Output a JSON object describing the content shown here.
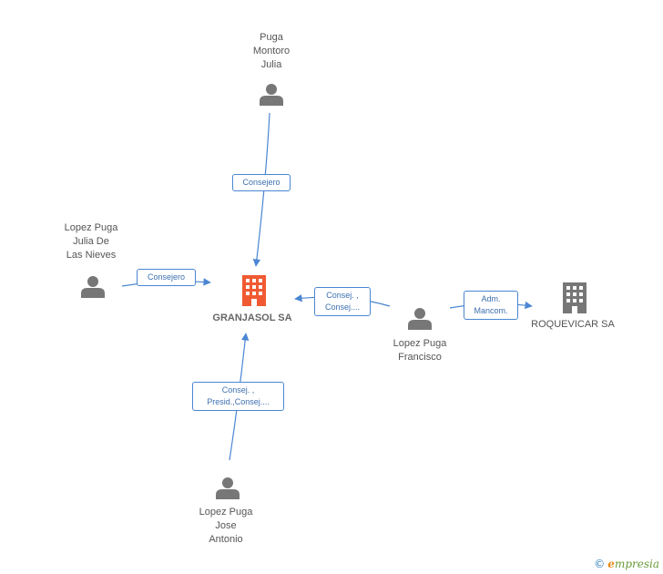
{
  "nodes": {
    "granjasol": {
      "name": "GRANJASOL SA",
      "color": "#f05a32",
      "icon": "building-icon"
    },
    "roquevicar": {
      "name": "ROQUEVICAR SA",
      "color": "#777777",
      "icon": "building-icon"
    },
    "puga_montoro": {
      "lines": [
        "Puga",
        "Montoro",
        "Julia"
      ],
      "icon": "person-icon"
    },
    "lopez_julia": {
      "lines": [
        "Lopez Puga",
        "Julia De",
        "Las Nieves"
      ],
      "icon": "person-icon"
    },
    "lopez_francisco": {
      "lines": [
        "Lopez Puga",
        "Francisco"
      ],
      "icon": "person-icon"
    },
    "lopez_jose": {
      "lines": [
        "Lopez Puga",
        "Jose",
        "Antonio"
      ],
      "icon": "person-icon"
    }
  },
  "edges": {
    "e_puga": {
      "lines": [
        "Consejero"
      ]
    },
    "e_julia": {
      "lines": [
        "Consejero"
      ]
    },
    "e_francisco": {
      "lines": [
        "Consej. ,",
        "Consej...."
      ]
    },
    "e_jose": {
      "lines": [
        "Consej. ,",
        "Presid.,Consej...."
      ]
    },
    "e_roquevicar": {
      "lines": [
        "Adm.",
        "Mancom."
      ]
    }
  },
  "colors": {
    "edge": "#4a86d2",
    "person": "#777777"
  },
  "brand": {
    "copyright": "©",
    "e": "e",
    "rest": "mpresia"
  }
}
